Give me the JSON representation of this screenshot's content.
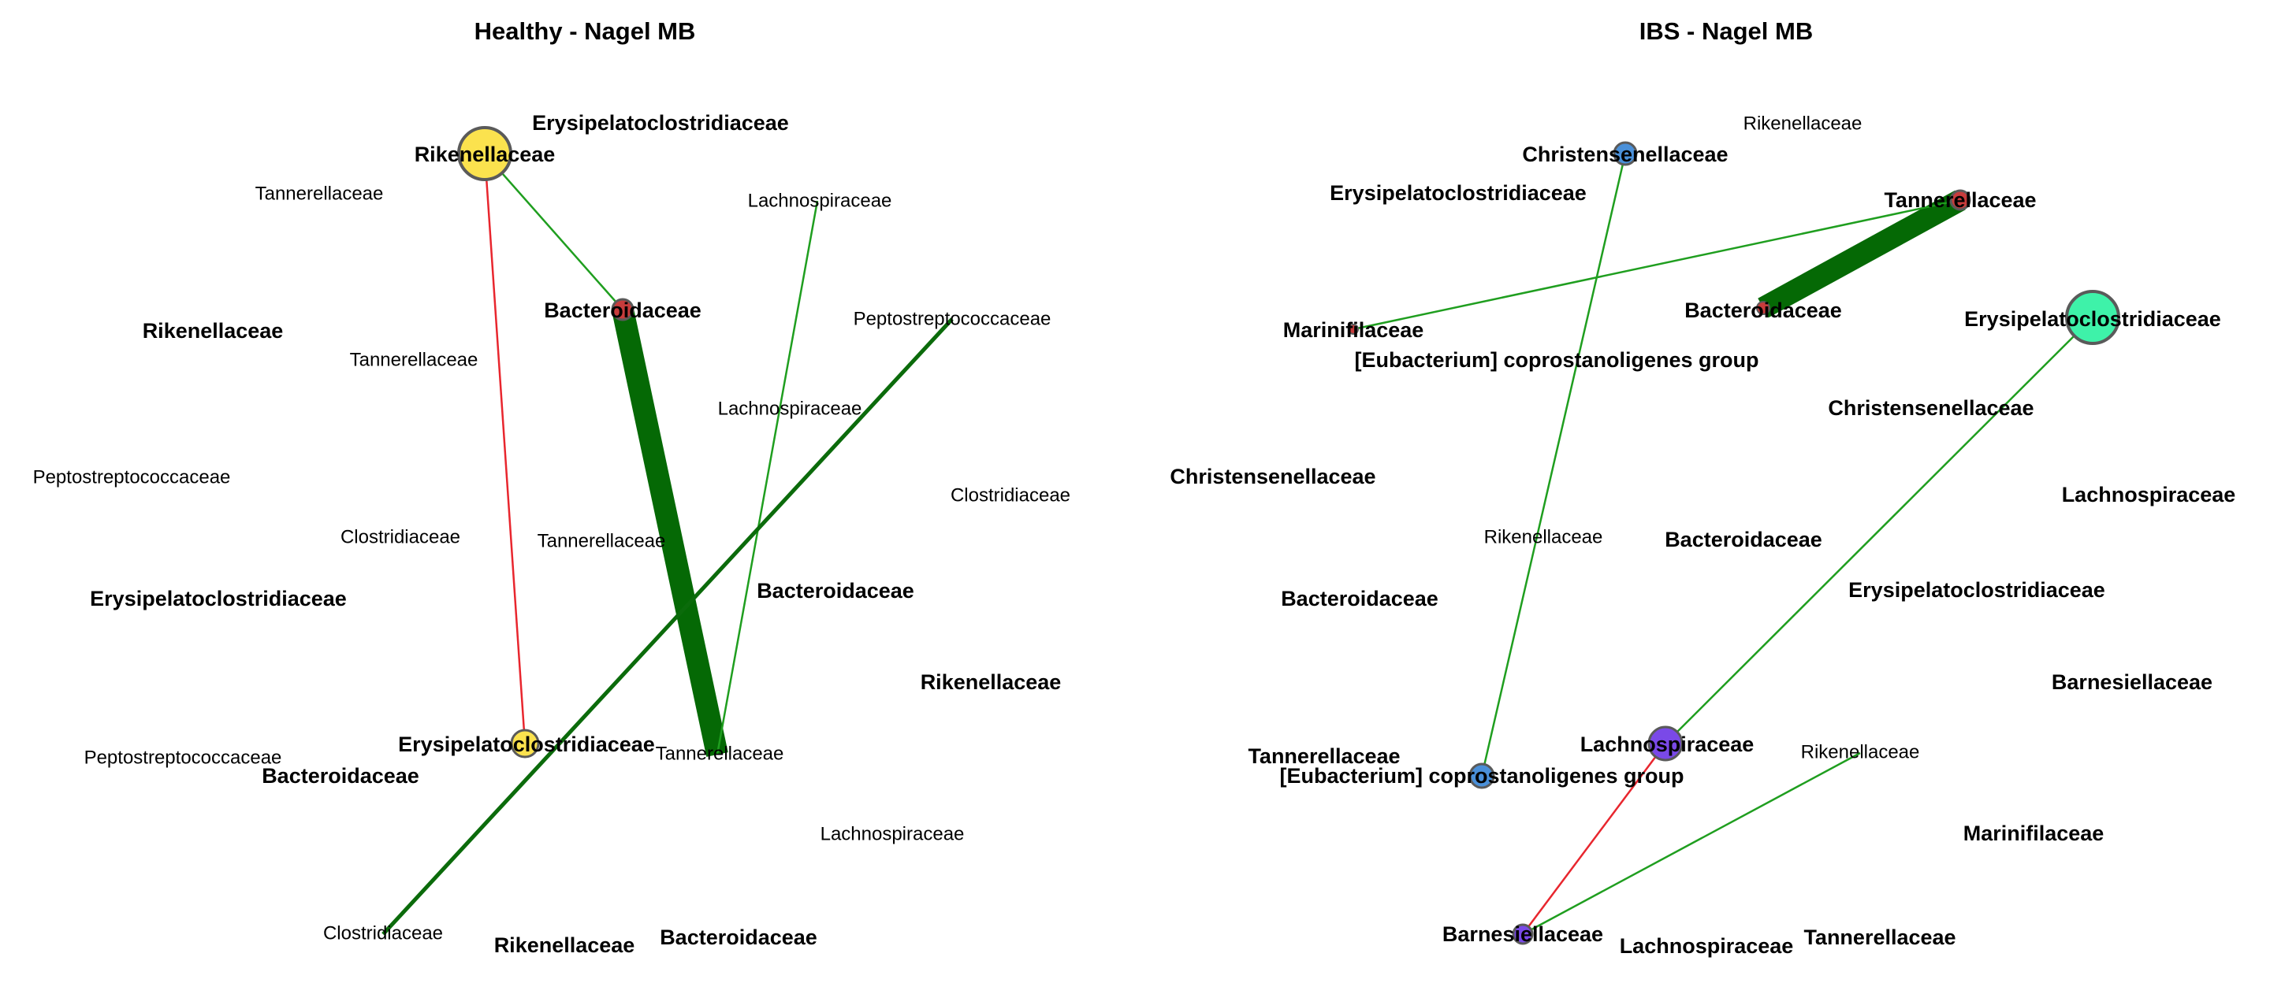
{
  "panels": [
    {
      "title": "Healthy - Nagel MB",
      "labels": [
        {
          "text": "Erysipelatoclostridiaceae",
          "bold": true
        },
        {
          "text": "Rikenellaceae",
          "bold": true
        },
        {
          "text": "Tannerellaceae",
          "bold": false
        },
        {
          "text": "Lachnospiraceae",
          "bold": false
        },
        {
          "text": "Bacteroidaceae",
          "bold": true
        },
        {
          "text": "Peptostreptococcaceae",
          "bold": false
        },
        {
          "text": "Rikenellaceae",
          "bold": true
        },
        {
          "text": "Tannerellaceae",
          "bold": false
        },
        {
          "text": "Lachnospiraceae",
          "bold": false
        },
        {
          "text": "Peptostreptococcaceae",
          "bold": false
        },
        {
          "text": "Clostridiaceae",
          "bold": false
        },
        {
          "text": "Clostridiaceae",
          "bold": false
        },
        {
          "text": "Tannerellaceae",
          "bold": false
        },
        {
          "text": "Bacteroidaceae",
          "bold": true
        },
        {
          "text": "Erysipelatoclostridiaceae",
          "bold": true
        },
        {
          "text": "Rikenellaceae",
          "bold": true
        },
        {
          "text": "Erysipelatoclostridiaceae",
          "bold": true
        },
        {
          "text": "Tannerellaceae",
          "bold": false
        },
        {
          "text": "Peptostreptococcaceae",
          "bold": false
        },
        {
          "text": "Bacteroidaceae",
          "bold": true
        },
        {
          "text": "Lachnospiraceae",
          "bold": false
        },
        {
          "text": "Clostridiaceae",
          "bold": false
        },
        {
          "text": "Rikenellaceae",
          "bold": true
        },
        {
          "text": "Bacteroidaceae",
          "bold": true
        }
      ],
      "nodes": [
        {
          "name": "Rikenellaceae",
          "color": "#fbe24e"
        },
        {
          "name": "Bacteroidaceae",
          "color": "#c73c3c"
        },
        {
          "name": "Erysipelatoclostridiaceae",
          "color": "#fbe24e"
        }
      ],
      "edges": [
        {
          "from": "Rikenellaceae",
          "to": "Bacteroidaceae",
          "sign": "positive",
          "color": "#1f9e1f"
        },
        {
          "from": "Rikenellaceae",
          "to": "Erysipelatoclostridiaceae",
          "sign": "negative",
          "color": "#e8262e"
        },
        {
          "from": "Bacteroidaceae",
          "to": "Tannerellaceae",
          "sign": "positive",
          "color": "#056905"
        },
        {
          "from": "Lachnospiraceae",
          "to": "Tannerellaceae",
          "sign": "positive",
          "color": "#1f9e1f"
        },
        {
          "from": "Peptostreptococcaceae",
          "to": "Clostridiaceae",
          "sign": "positive",
          "color": "#0b6b0b"
        }
      ]
    },
    {
      "title": "IBS - Nagel MB",
      "labels": [
        {
          "text": "Rikenellaceae",
          "bold": false
        },
        {
          "text": "Christensenellaceae",
          "bold": true
        },
        {
          "text": "Erysipelatoclostridiaceae",
          "bold": true
        },
        {
          "text": "Tannerellaceae",
          "bold": true
        },
        {
          "text": "Marinifilaceae",
          "bold": true
        },
        {
          "text": "Bacteroidaceae",
          "bold": true
        },
        {
          "text": "Erysipelatoclostridiaceae",
          "bold": true
        },
        {
          "text": "[Eubacterium] coprostanoligenes group",
          "bold": true
        },
        {
          "text": "Christensenellaceae",
          "bold": true
        },
        {
          "text": "Christensenellaceae",
          "bold": true
        },
        {
          "text": "Lachnospiraceae",
          "bold": true
        },
        {
          "text": "Rikenellaceae",
          "bold": false
        },
        {
          "text": "Bacteroidaceae",
          "bold": true
        },
        {
          "text": "Erysipelatoclostridiaceae",
          "bold": true
        },
        {
          "text": "Bacteroidaceae",
          "bold": true
        },
        {
          "text": "Barnesiellaceae",
          "bold": true
        },
        {
          "text": "Lachnospiraceae",
          "bold": true
        },
        {
          "text": "Rikenellaceae",
          "bold": false
        },
        {
          "text": "Tannerellaceae",
          "bold": true
        },
        {
          "text": "[Eubacterium] coprostanoligenes group",
          "bold": true
        },
        {
          "text": "Marinifilaceae",
          "bold": true
        },
        {
          "text": "Barnesiellaceae",
          "bold": true
        },
        {
          "text": "Lachnospiraceae",
          "bold": true
        },
        {
          "text": "Tannerellaceae",
          "bold": true
        }
      ],
      "nodes": [
        {
          "name": "Christensenellaceae",
          "color": "#4a90d9"
        },
        {
          "name": "Tannerellaceae",
          "color": "#c73c3c"
        },
        {
          "name": "Marinifilaceae",
          "color": "#c73c3c"
        },
        {
          "name": "Bacteroidaceae",
          "color": "#c73c3c"
        },
        {
          "name": "Erysipelatoclostridiaceae",
          "color": "#3ef2a9"
        },
        {
          "name": "Lachnospiraceae",
          "color": "#7a49e8"
        },
        {
          "name": "[Eubacterium] coprostanoligenes group",
          "color": "#4a90d9"
        },
        {
          "name": "Barnesiellaceae",
          "color": "#7a49e8"
        }
      ],
      "edges": [
        {
          "from": "Tannerellaceae",
          "to": "Bacteroidaceae",
          "sign": "positive",
          "color": "#056905"
        },
        {
          "from": "Tannerellaceae",
          "to": "Marinifilaceae",
          "sign": "positive",
          "color": "#1f9e1f"
        },
        {
          "from": "Christensenellaceae",
          "to": "[Eubacterium] coprostanoligenes group",
          "sign": "positive",
          "color": "#1f9e1f"
        },
        {
          "from": "Erysipelatoclostridiaceae",
          "to": "Lachnospiraceae",
          "sign": "positive",
          "color": "#1f9e1f"
        },
        {
          "from": "Lachnospiraceae",
          "to": "Barnesiellaceae",
          "sign": "negative",
          "color": "#e8262e"
        },
        {
          "from": "Rikenellaceae",
          "to": "Barnesiellaceae",
          "sign": "positive",
          "color": "#1f9e1f"
        }
      ]
    }
  ]
}
